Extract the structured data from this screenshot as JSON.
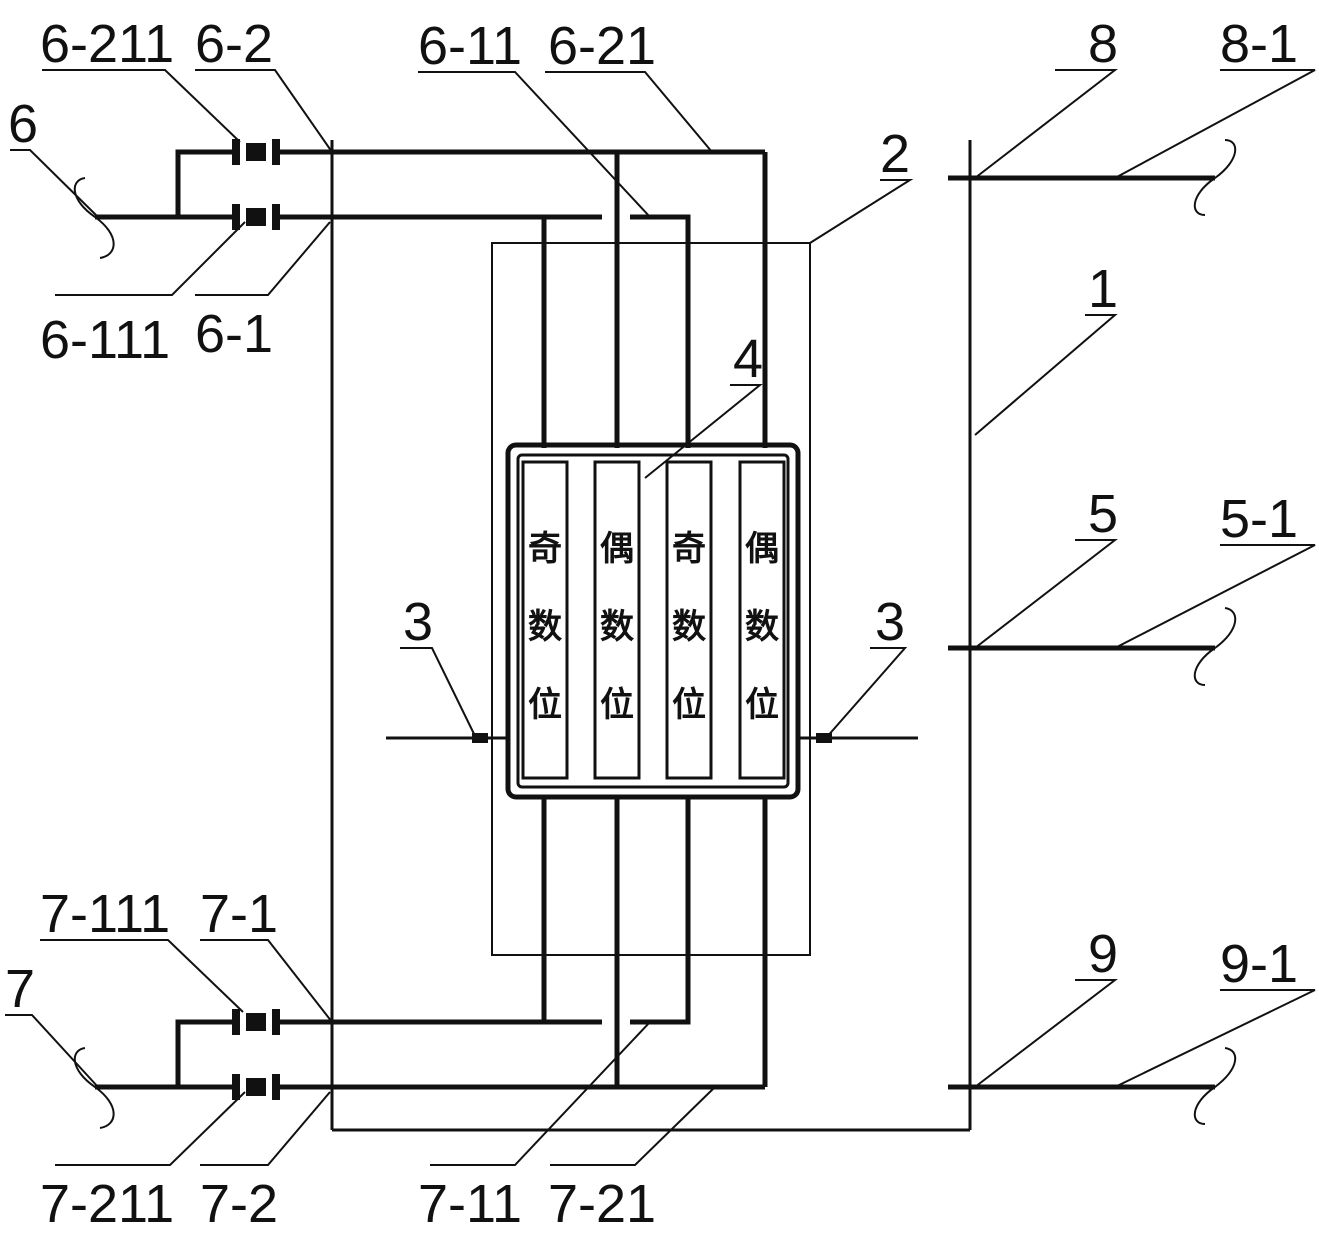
{
  "labels": {
    "l_6_211": "6-211",
    "l_6_2": "6-2",
    "l_6": "6",
    "l_6_111": "6-111",
    "l_6_1": "6-1",
    "l_6_11": "6-11",
    "l_6_21": "6-21",
    "l_8": "8",
    "l_8_1": "8-1",
    "l_2": "2",
    "l_1": "1",
    "l_4": "4",
    "l_5": "5",
    "l_5_1": "5-1",
    "l_3_left": "3",
    "l_3_right": "3",
    "l_7_111": "7-111",
    "l_7_1": "7-1",
    "l_7": "7",
    "l_7_211": "7-211",
    "l_7_2": "7-2",
    "l_7_11": "7-11",
    "l_7_21": "7-21",
    "l_9": "9",
    "l_9_1": "9-1"
  },
  "cells": [
    {
      "c1": "奇",
      "c2": "数",
      "c3": "位"
    },
    {
      "c1": "偶",
      "c2": "数",
      "c3": "位"
    },
    {
      "c1": "奇",
      "c2": "数",
      "c3": "位"
    },
    {
      "c1": "偶",
      "c2": "数",
      "c3": "位"
    }
  ]
}
